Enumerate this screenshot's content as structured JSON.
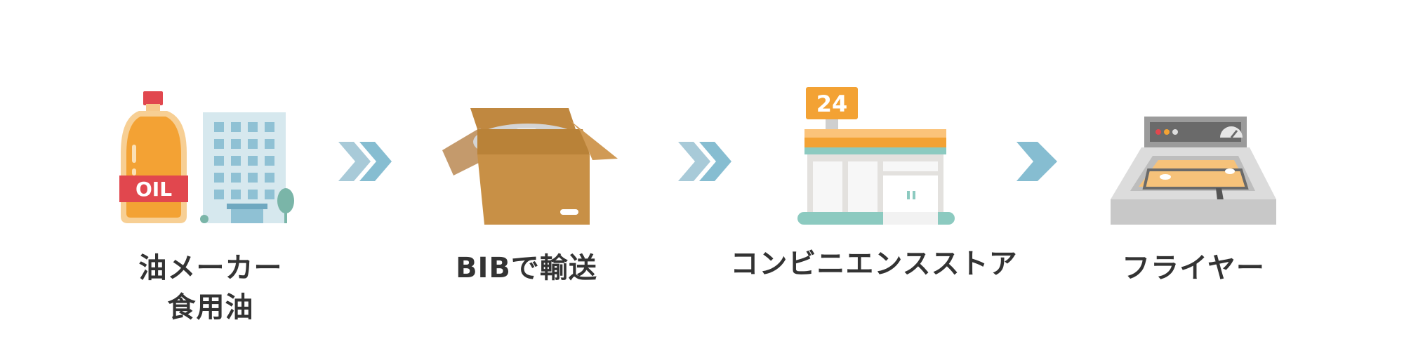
{
  "steps": [
    {
      "id": "oil-maker",
      "label_lines": [
        "油メーカー",
        "食用油"
      ],
      "bottle_text": "OIL",
      "icons": [
        "oil-bottle-icon",
        "office-building-icon"
      ]
    },
    {
      "id": "bib-transport",
      "label_lines": [
        "BIBで輸送"
      ],
      "icons": [
        "cardboard-box-icon"
      ]
    },
    {
      "id": "convenience-store",
      "label_lines": [
        "コンビニエンスストア"
      ],
      "sign_text": "24",
      "icons": [
        "convenience-store-icon"
      ]
    },
    {
      "id": "fryer",
      "label_lines": [
        "フライヤー"
      ],
      "icons": [
        "deep-fryer-icon"
      ]
    }
  ],
  "arrows": [
    {
      "icon": "double-chevron-right-icon"
    },
    {
      "icon": "double-chevron-right-icon"
    },
    {
      "icon": "chevron-right-icon"
    }
  ],
  "colors": {
    "text": "#333333",
    "arrow_light": "#a8cad8",
    "arrow_dark": "#86bdd1",
    "oil_orange": "#f3a234",
    "oil_label_red": "#e1474e",
    "building": "#d6e8ee",
    "building_window": "#8fc1d4",
    "box": "#c89046",
    "store_orange": "#f3a234",
    "store_teal": "#8ccac0",
    "fryer_gray": "#c8c8c8"
  }
}
